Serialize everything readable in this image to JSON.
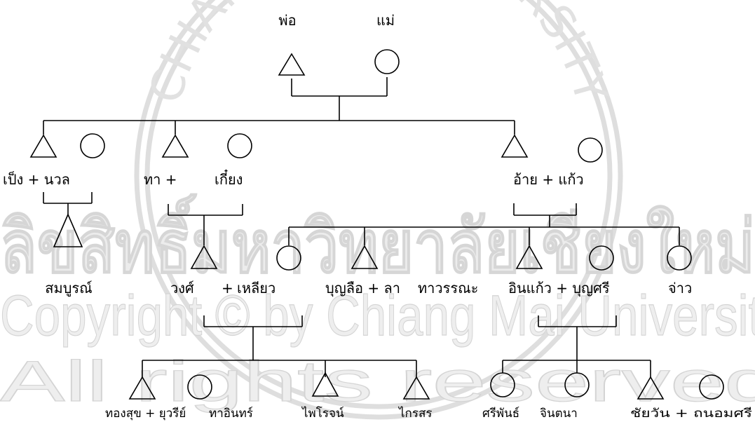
{
  "watermark": {
    "arc_text": "CHIANG MAI UNIVERSITY",
    "line1": "ลิขสิทธิ์มหาวิทยาลัยเชียงใหม่",
    "line2": "Copyright © by Chiang Mai University",
    "line3": "All rights reserved"
  },
  "labels": {
    "father": "พ่อ",
    "mother": "แม่",
    "couple1": "เป็ง + นวล",
    "couple2_husband": "ทา +",
    "couple2_wife": "เกี๋ยง",
    "couple3": "อ้าย + แก้ว",
    "child1": "สมบูรณ์",
    "wong": "วงศ์",
    "plus_wong": "+",
    "liao": "เหลียว",
    "boonlue": "บุญลือ + ลา",
    "thawannana": "ทาวรรณะ",
    "inkaew": "อินแก้ว + บุญศรี",
    "jam": "จ่าว",
    "thongsuk": "ทองสุข + ยุวรีย์",
    "thainin": "ทาอินทร์",
    "phairot": "ไพโรจน์",
    "kraisorn": "ไกรสร",
    "sriphan": "ศรีพันธ์",
    "jintana": "จินตนา",
    "chaiwan": "ชัยวัน + ถนอมศรี"
  }
}
